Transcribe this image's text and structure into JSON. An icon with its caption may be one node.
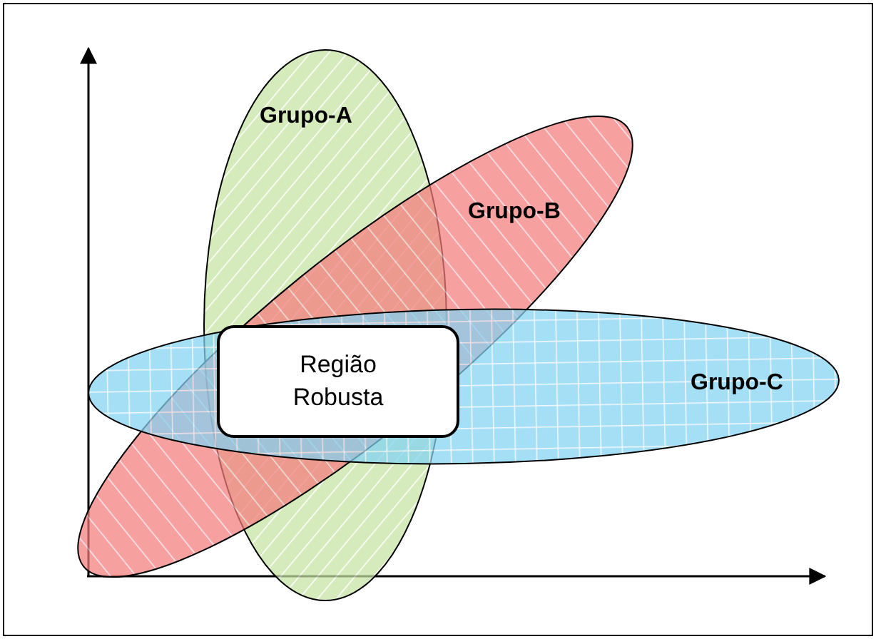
{
  "diagram": {
    "nodes": [
      {
        "text": [
          "Grupo-A"
        ]
      },
      {
        "text": [
          "Grupo-B"
        ]
      },
      {
        "text": [
          "Grupo-C"
        ]
      },
      {
        "text": [
          "Região Robusta"
        ]
      }
    ],
    "edges": []
  }
}
